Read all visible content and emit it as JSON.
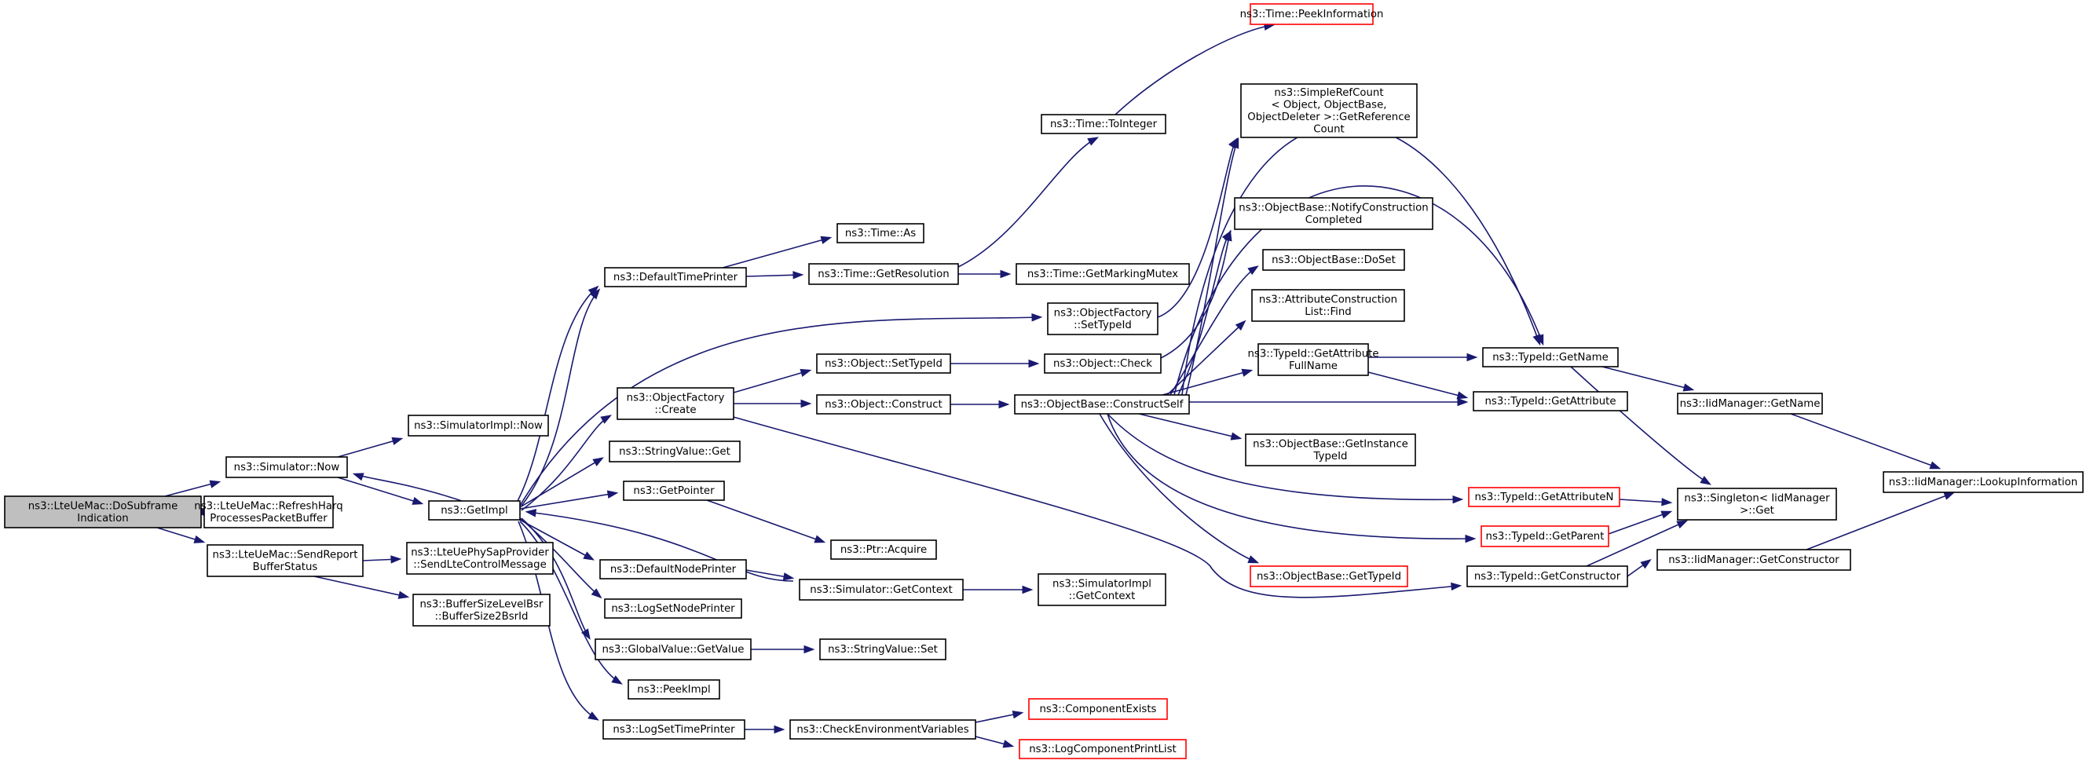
{
  "nodes": {
    "do_subframe": {
      "lines": [
        "ns3::LteUeMac::DoSubframe",
        "Indication"
      ],
      "kind": "root"
    },
    "sim_now": {
      "lines": [
        "ns3::Simulator::Now"
      ]
    },
    "refresh_harq": {
      "lines": [
        "ns3::LteUeMac::RefreshHarq",
        "ProcessesPacketBuffer"
      ]
    },
    "send_report": {
      "lines": [
        "ns3::LteUeMac::SendReport",
        "BufferStatus"
      ]
    },
    "simimpl_now": {
      "lines": [
        "ns3::SimulatorImpl::Now"
      ]
    },
    "get_impl": {
      "lines": [
        "ns3::GetImpl"
      ]
    },
    "send_lte_ctrl": {
      "lines": [
        "ns3::LteUePhySapProvider",
        "::SendLteControlMessage"
      ]
    },
    "bsr2id": {
      "lines": [
        "ns3::BufferSizeLevelBsr",
        "::BufferSize2BsrId"
      ]
    },
    "default_time_printer": {
      "lines": [
        "ns3::DefaultTimePrinter"
      ]
    },
    "objfactory_create": {
      "lines": [
        "ns3::ObjectFactory",
        "::Create"
      ]
    },
    "stringvalue_get": {
      "lines": [
        "ns3::StringValue::Get"
      ]
    },
    "get_pointer": {
      "lines": [
        "ns3::GetPointer"
      ]
    },
    "default_node_printer": {
      "lines": [
        "ns3::DefaultNodePrinter"
      ]
    },
    "log_set_node_printer": {
      "lines": [
        "ns3::LogSetNodePrinter"
      ]
    },
    "globalvalue_getvalue": {
      "lines": [
        "ns3::GlobalValue::GetValue"
      ]
    },
    "peek_impl": {
      "lines": [
        "ns3::PeekImpl"
      ]
    },
    "log_set_time_printer": {
      "lines": [
        "ns3::LogSetTimePrinter"
      ]
    },
    "time_as": {
      "lines": [
        "ns3::Time::As"
      ]
    },
    "time_getresolution": {
      "lines": [
        "ns3::Time::GetResolution"
      ]
    },
    "object_settypeid": {
      "lines": [
        "ns3::Object::SetTypeId"
      ]
    },
    "object_construct": {
      "lines": [
        "ns3::Object::Construct"
      ]
    },
    "ptr_acquire": {
      "lines": [
        "ns3::Ptr::Acquire"
      ]
    },
    "sim_getcontext": {
      "lines": [
        "ns3::Simulator::GetContext"
      ]
    },
    "stringvalue_set": {
      "lines": [
        "ns3::StringValue::Set"
      ]
    },
    "check_env_vars": {
      "lines": [
        "ns3::CheckEnvironmentVariables"
      ]
    },
    "time_tointeger": {
      "lines": [
        "ns3::Time::ToInteger"
      ]
    },
    "time_getmarkingmutex": {
      "lines": [
        "ns3::Time::GetMarkingMutex"
      ]
    },
    "objfactory_settypeid": {
      "lines": [
        "ns3::ObjectFactory",
        "::SetTypeId"
      ]
    },
    "object_check": {
      "lines": [
        "ns3::Object::Check"
      ]
    },
    "objbase_constructself": {
      "lines": [
        "ns3::ObjectBase::ConstructSelf"
      ]
    },
    "simimpl_getcontext": {
      "lines": [
        "ns3::SimulatorImpl",
        "::GetContext"
      ]
    },
    "component_exists": {
      "lines": [
        "ns3::ComponentExists"
      ],
      "kind": "trunc"
    },
    "log_component_print_list": {
      "lines": [
        "ns3::LogComponentPrintList"
      ],
      "kind": "trunc"
    },
    "time_peekinformation": {
      "lines": [
        "ns3::Time::PeekInformation"
      ],
      "kind": "trunc"
    },
    "simple_refcount": {
      "lines": [
        "ns3::SimpleRefCount",
        "< Object, ObjectBase,",
        "ObjectDeleter >::GetReference",
        "Count"
      ]
    },
    "objbase_notify": {
      "lines": [
        "ns3::ObjectBase::NotifyConstruction",
        "Completed"
      ]
    },
    "objbase_doset": {
      "lines": [
        "ns3::ObjectBase::DoSet"
      ]
    },
    "attr_construction_find": {
      "lines": [
        "ns3::AttributeConstruction",
        "List::Find"
      ]
    },
    "typeid_getattrfullname": {
      "lines": [
        "ns3::TypeId::GetAttribute",
        "FullName"
      ]
    },
    "objbase_getinstancetypeid": {
      "lines": [
        "ns3::ObjectBase::GetInstance",
        "TypeId"
      ]
    },
    "typeid_getattributen": {
      "lines": [
        "ns3::TypeId::GetAttributeN"
      ],
      "kind": "trunc"
    },
    "typeid_getparent": {
      "lines": [
        "ns3::TypeId::GetParent"
      ],
      "kind": "trunc"
    },
    "objbase_gettypeid": {
      "lines": [
        "ns3::ObjectBase::GetTypeId"
      ],
      "kind": "trunc"
    },
    "typeid_getname": {
      "lines": [
        "ns3::TypeId::GetName"
      ]
    },
    "typeid_getattribute": {
      "lines": [
        "ns3::TypeId::GetAttribute"
      ]
    },
    "typeid_getconstructor": {
      "lines": [
        "ns3::TypeId::GetConstructor"
      ]
    },
    "iidmanager_getname": {
      "lines": [
        "ns3::IidManager::GetName"
      ]
    },
    "singleton_get": {
      "lines": [
        "ns3::Singleton< IidManager",
        ">::Get"
      ]
    },
    "iidmanager_getconstructor": {
      "lines": [
        "ns3::IidManager::GetConstructor"
      ]
    },
    "iidmanager_lookupinfo": {
      "lines": [
        "ns3::IidManager::LookupInformation"
      ]
    }
  }
}
